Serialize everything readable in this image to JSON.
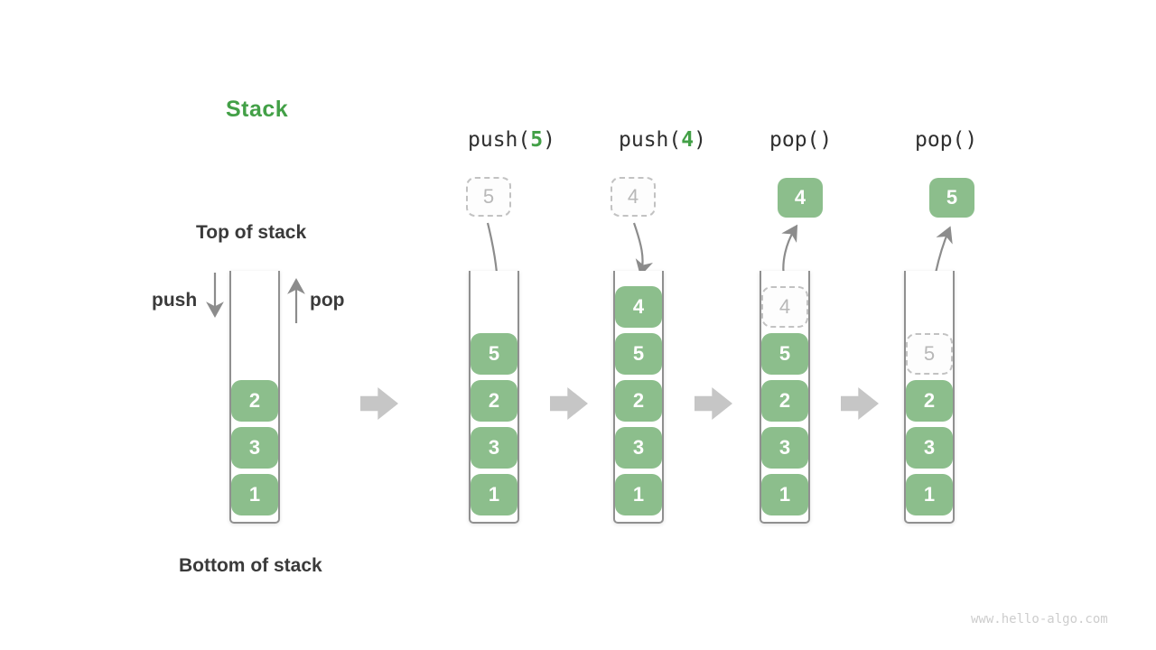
{
  "title": "Stack",
  "annotations": {
    "top_of_stack": "Top of stack",
    "bottom_of_stack": "Bottom of stack",
    "push_arrow_label": "push",
    "pop_arrow_label": "pop"
  },
  "operations": [
    {
      "pre": "push(",
      "arg": "5",
      "post": ")"
    },
    {
      "pre": "push(",
      "arg": "4",
      "post": ")"
    },
    {
      "pre": "pop(",
      "arg": "",
      "post": ")"
    },
    {
      "pre": "pop(",
      "arg": "",
      "post": ")"
    }
  ],
  "floating_boxes": [
    {
      "value": "5",
      "kind": "ghost"
    },
    {
      "value": "4",
      "kind": "ghost"
    },
    {
      "value": "4",
      "kind": "solid"
    },
    {
      "value": "5",
      "kind": "solid"
    }
  ],
  "stacks": [
    {
      "name": "initial",
      "cells": [
        {
          "value": "2"
        },
        {
          "value": "3"
        },
        {
          "value": "1"
        }
      ]
    },
    {
      "name": "after-push-5",
      "cells": [
        {
          "value": "5"
        },
        {
          "value": "2"
        },
        {
          "value": "3"
        },
        {
          "value": "1"
        }
      ]
    },
    {
      "name": "after-push-4",
      "cells": [
        {
          "value": "4"
        },
        {
          "value": "5"
        },
        {
          "value": "2"
        },
        {
          "value": "3"
        },
        {
          "value": "1"
        }
      ]
    },
    {
      "name": "during-pop-4",
      "cells": [
        {
          "value": "4",
          "ghost": true
        },
        {
          "value": "5"
        },
        {
          "value": "2"
        },
        {
          "value": "3"
        },
        {
          "value": "1"
        }
      ]
    },
    {
      "name": "during-pop-5",
      "cells": [
        {
          "value": "5",
          "ghost": true
        },
        {
          "value": "2"
        },
        {
          "value": "3"
        },
        {
          "value": "1"
        }
      ]
    }
  ],
  "icons": {
    "push_arrow": "arrow-down",
    "pop_arrow": "arrow-up",
    "step_arrow": "block-arrow-right",
    "push_curve": "curved-arrow-down",
    "pop_curve": "curved-arrow-up"
  },
  "watermark": "www.hello-algo.com",
  "colors": {
    "cell_green": "#8CBE8C",
    "accent_green": "#43A047",
    "text_dark": "#3A3A3A",
    "arrow_gray": "#8C8C8C",
    "block_arrow_gray": "#C6C6C6",
    "ghost_gray": "#C2C2C2",
    "ghost_text": "#B8B8B8",
    "watermark_gray": "#CDCDCD"
  }
}
